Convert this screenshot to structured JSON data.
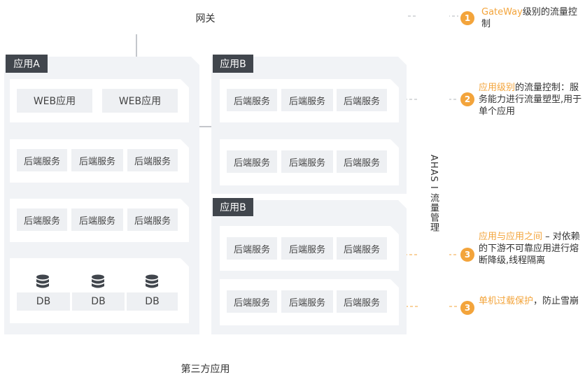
{
  "gateway": {
    "label": "网关"
  },
  "third_party": {
    "label": "第三方应用"
  },
  "ahas": {
    "label": "AHAS I 流量管理"
  },
  "app_a": {
    "tag": "应用A",
    "web_apps": [
      "WEB应用",
      "WEB应用"
    ],
    "service_row_1": [
      "后端服务",
      "后端服务",
      "后端服务"
    ],
    "service_row_2": [
      "后端服务",
      "后端服务",
      "后端服务"
    ],
    "dbs": [
      "DB",
      "DB",
      "DB"
    ]
  },
  "app_b1": {
    "tag": "应用B",
    "row_1": [
      "后端服务",
      "后端服务",
      "后端服务"
    ],
    "row_2": [
      "后端服务",
      "后端服务",
      "后端服务"
    ]
  },
  "app_b2": {
    "tag": "应用B",
    "row_1": [
      "后端服务",
      "后端服务",
      "后端服务"
    ],
    "row_2": [
      "后端服务",
      "后端服务",
      "后端服务"
    ]
  },
  "notes": [
    {
      "num": "1",
      "highlight": "GateWay",
      "text": "级别的流量控制"
    },
    {
      "num": "2",
      "highlight": "应用级别",
      "text": "的流量控制：服务能力进行流量塑型,用于单个应用"
    },
    {
      "num": "3",
      "highlight": "应用与应用之间",
      "text": " – 对依赖的下游不可靠应用进行熔断降级,线程隔离"
    },
    {
      "num": "3",
      "highlight": "单机过载保护",
      "text": "，防止雪崩"
    }
  ],
  "colors": {
    "accent": "#f3a43b",
    "tag_bg": "#41464d",
    "panel_bg": "#f1f3f6"
  }
}
